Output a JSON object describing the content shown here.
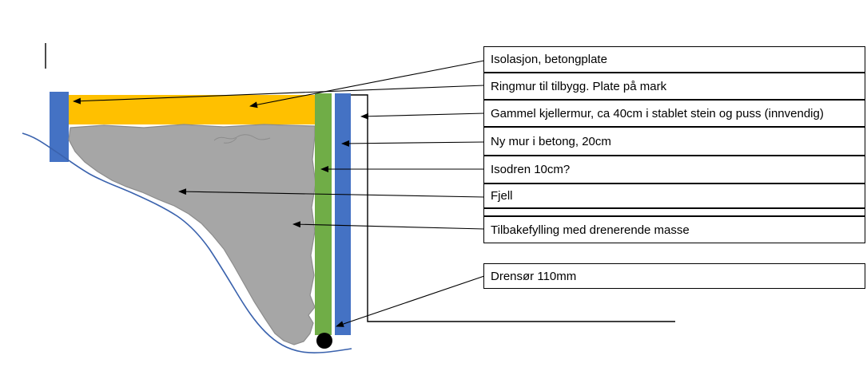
{
  "labels": {
    "isolasjon": "Isolasjon, betongplate",
    "ringmur": "Ringmur til tilbygg. Plate på mark",
    "gammel_kjellermur": "Gammel kjellermur, ca 40cm i stablet stein og puss (innvendig)",
    "ny_mur": "Ny mur i betong, 20cm",
    "isodren": "Isodren 10cm?",
    "fjell": "Fjell",
    "empty": "",
    "tilbakefylling": "Tilbakefylling med drenerende masse",
    "drensor": "Drensør 110mm"
  },
  "colors": {
    "wall_blue": "#4472C4",
    "insulation_yellow": "#FFC000",
    "isodren_green": "#70AD47",
    "rock_gray": "#A6A6A6",
    "rock_outline": "#8C8C8C",
    "terrain_line_blue": "#3A62AD",
    "line_black": "#000000"
  }
}
